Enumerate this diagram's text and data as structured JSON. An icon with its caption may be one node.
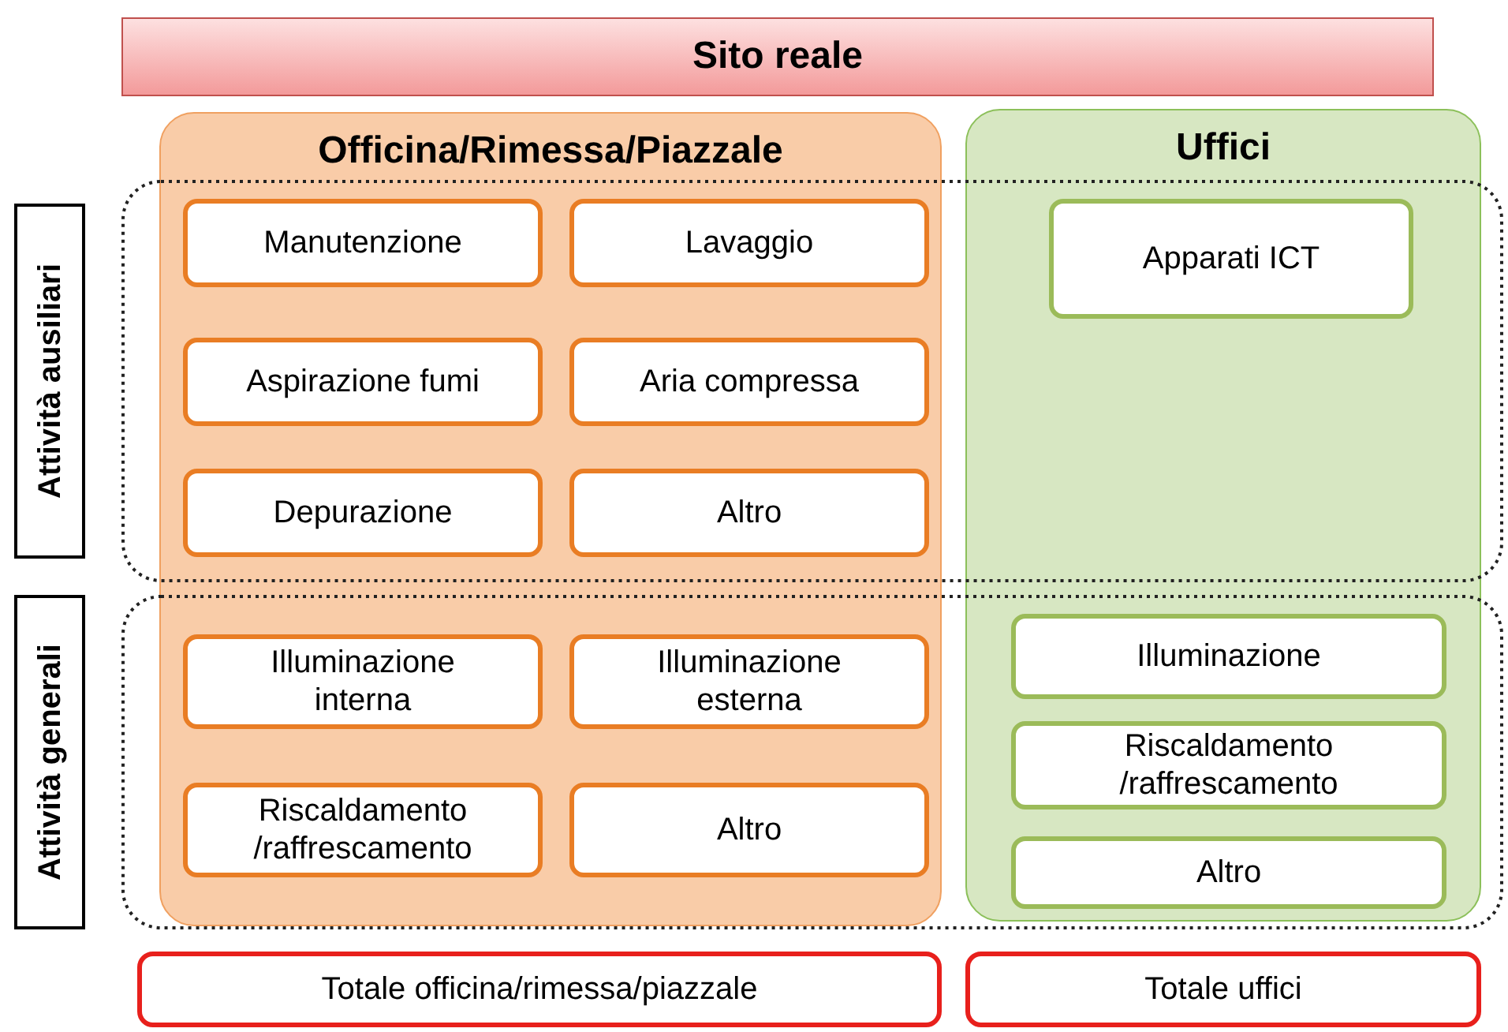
{
  "diagram": {
    "nodes": [
      {
        "text": [
          "Sito reale"
        ]
      },
      {
        "text": [
          "Officina/Rimessa/Piazzale"
        ]
      },
      {
        "text": [
          "Manutenzione"
        ],
        "in": 1
      },
      {
        "text": [
          "Lavaggio"
        ],
        "in": 1
      },
      {
        "text": [
          "Aspirazione fumi"
        ],
        "in": 1
      },
      {
        "text": [
          "Aria compressa"
        ],
        "in": 1
      },
      {
        "text": [
          "Depurazione"
        ],
        "in": 1
      },
      {
        "text": [
          "Altro"
        ],
        "in": 1
      },
      {
        "text": [
          "Illuminazione interna"
        ],
        "in": 1
      },
      {
        "text": [
          "Illuminazione esterna"
        ],
        "in": 1
      },
      {
        "text": [
          "Riscaldamento /raffrescamento"
        ],
        "in": 1
      },
      {
        "text": [
          "Altro"
        ],
        "in": 1
      },
      {
        "text": [
          "Uffici"
        ]
      },
      {
        "text": [
          "Apparati ICT"
        ],
        "in": 12
      },
      {
        "text": [
          "Illuminazione"
        ],
        "in": 12
      },
      {
        "text": [
          "Riscaldamento /raffrescamento"
        ],
        "in": 12
      },
      {
        "text": [
          "Altro"
        ],
        "in": 12
      },
      {
        "text": [
          "Attività ausiliari"
        ]
      },
      {
        "text": [
          "Attività generali"
        ]
      },
      {
        "text": [
          "Totale officina/rimessa/piazzale"
        ]
      },
      {
        "text": [
          "Totale uffici"
        ]
      }
    ]
  }
}
